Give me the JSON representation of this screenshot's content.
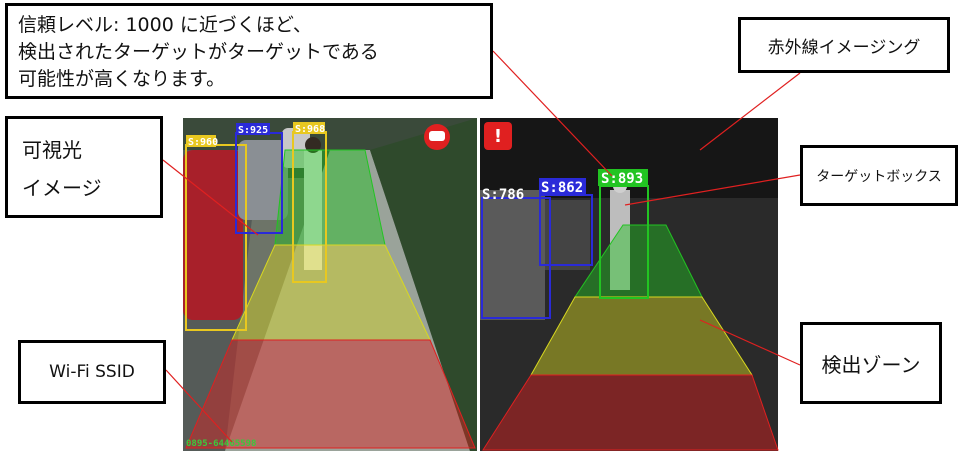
{
  "callouts": {
    "confidence": [
      "信頼レベル: 1000 に近づくほど、",
      "検出されたターゲットがターゲットである",
      "可能性が高くなります。"
    ],
    "infrared": "赤外線イメージング",
    "visible": [
      "可視光",
      "イメージ"
    ],
    "target_box": "ターゲットボックス",
    "wifi": "Wi-Fi SSID",
    "zone": "検出ゾーン"
  },
  "visible_image": {
    "scores": [
      "S:960",
      "S:925",
      "S:968"
    ],
    "ssid": "0895-64465598"
  },
  "infrared_image": {
    "scores": [
      "S:786",
      "S:862",
      "S:893"
    ]
  },
  "colors": {
    "zone_far": "#22c422",
    "zone_mid": "#d8d820",
    "zone_near": "#e02020",
    "leader_line": "#e02020",
    "box_blue": "#2a2ad8",
    "box_green": "#22c422",
    "box_yellow": "#e8c820",
    "ssid_text": "#3cc83c"
  }
}
